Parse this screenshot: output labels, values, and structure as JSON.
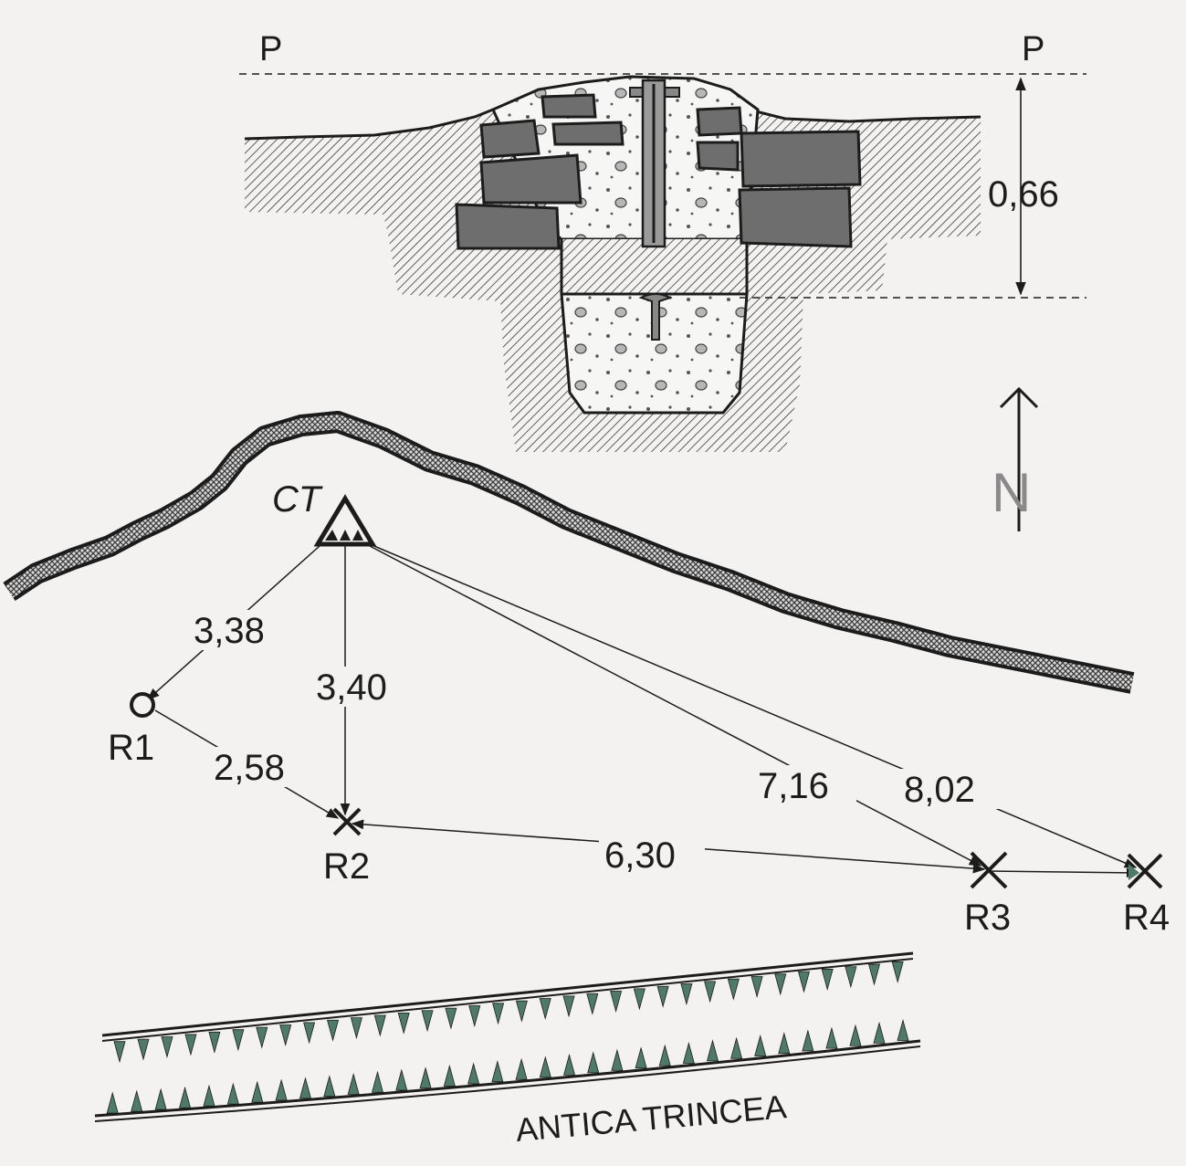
{
  "section": {
    "plane_label_left": "P",
    "plane_label_right": "P",
    "depth": "0,66"
  },
  "north": {
    "label": "N"
  },
  "station": {
    "label": "CT"
  },
  "references": {
    "r1": "R1",
    "r2": "R2",
    "r3": "R3",
    "r4": "R4"
  },
  "distances": {
    "ct_r1": "3,38",
    "ct_r2": "3,40",
    "r1_r2": "2,58",
    "ct_r3": "7,16",
    "ct_r4": "8,02",
    "r2_r3": "6,30"
  },
  "trench": {
    "label": "ANTICA TRINCEA"
  },
  "colors": {
    "ink": "#1c1c1c",
    "stone": "#6b6b6b",
    "trench_teeth": "#4f7a6a",
    "paper": "#f4f2f0"
  }
}
